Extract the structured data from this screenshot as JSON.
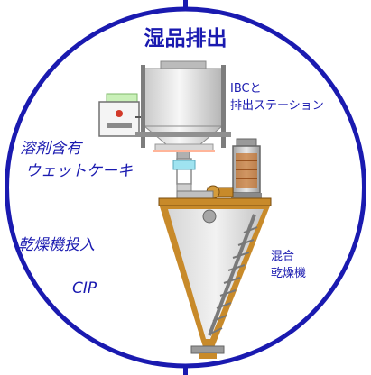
{
  "title": "湿品排出",
  "labels": {
    "solvent_line1": "溶剤含有",
    "solvent_line2": "ウェットケーキ",
    "dryer_input": "乾燥機投入",
    "cip": "CIP"
  },
  "ibc_station": {
    "line1": "IBCと",
    "line2": "排出ステーション"
  },
  "mixer_dryer": {
    "line1": "混合",
    "line2": "乾燥機"
  },
  "colors": {
    "outline": "#1a1ab0",
    "label_text": "#1a1ab0",
    "vessel_jacket": "#c88a2a",
    "vessel_body": "#e8e8e8",
    "screw": "#7a7a7a",
    "heater_coil": "#c56a1c"
  },
  "icons": {
    "control_panel": "control-panel-icon",
    "ibc_hopper": "ibc-hopper-icon",
    "condenser": "condenser-icon",
    "conical_dryer": "conical-dryer-icon",
    "screw_agitator": "screw-agitator-icon"
  }
}
